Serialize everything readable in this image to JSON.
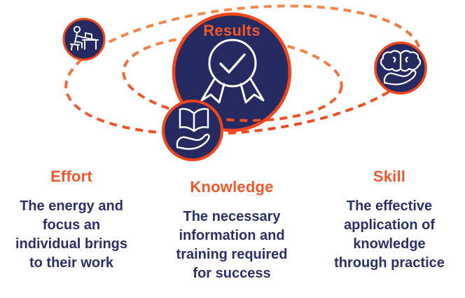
{
  "diagram": {
    "center": {
      "label": "Results",
      "icon": "award-medal-icon"
    },
    "orbits": {
      "count": 2,
      "style": "dashed"
    },
    "satellites": [
      {
        "id": "effort",
        "icon": "person-at-desk-icon"
      },
      {
        "id": "knowledge",
        "icon": "open-book-in-hand-icon"
      },
      {
        "id": "skill",
        "icon": "brain-in-hand-icon"
      }
    ]
  },
  "columns": [
    {
      "heading": "Effort",
      "lines": [
        "The energy and",
        "focus an",
        "individual brings",
        "to their work"
      ]
    },
    {
      "heading": "Knowledge",
      "lines": [
        "The necessary",
        "information and",
        "training required",
        "for success"
      ]
    },
    {
      "heading": "Skill",
      "lines": [
        "The effective",
        "application of",
        "knowledge",
        "through practice"
      ]
    }
  ],
  "colors": {
    "navy": "#252a60",
    "text_navy": "#2c3069",
    "heading_orange": "#f2572c",
    "border_orange": "#f2451c",
    "dash_light": "#f68a4d",
    "dash_dark": "#ee4a21",
    "icon_white": "#ffffff"
  }
}
